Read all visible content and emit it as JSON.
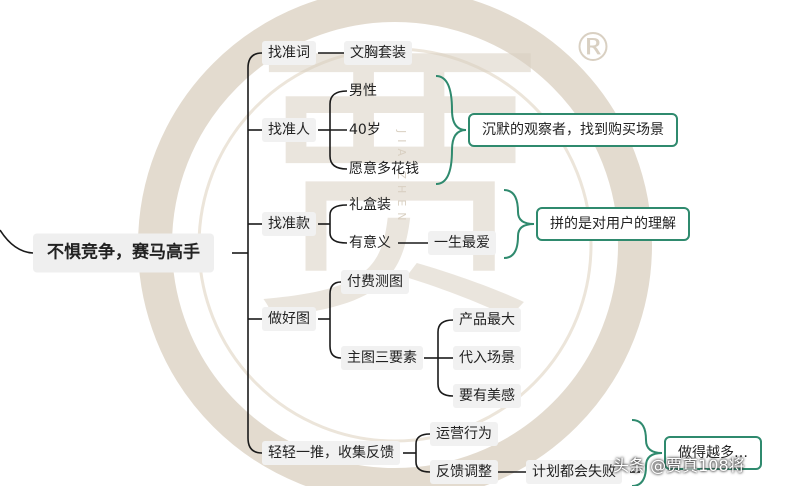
{
  "watermark": {
    "big_char": "贾",
    "registered": "®",
    "vertical_text": "JIA ZHEN"
  },
  "root": {
    "label": "不惧竞争，赛马高手"
  },
  "branches": {
    "b1": {
      "label": "找准词",
      "child": "文胸套装"
    },
    "b2": {
      "label": "找准人",
      "children": [
        "男性",
        "40岁",
        "愿意多花钱"
      ],
      "summary": "沉默的观察者，找到购买场景"
    },
    "b3": {
      "label": "找准款",
      "children": [
        "礼盒装",
        "有意义"
      ],
      "grandchild": "一生最爱",
      "summary": "拼的是对用户的理解"
    },
    "b4": {
      "label": "做好图",
      "children": [
        "付费测图",
        "主图三要素"
      ],
      "grandchildren": [
        "产品最大",
        "代入场景",
        "要有美感"
      ]
    },
    "b5": {
      "label": "轻轻一推，收集反馈",
      "children": [
        "运营行为",
        "反馈调整"
      ],
      "grandchild": "计划都会失败",
      "summary": "做得越多…"
    }
  },
  "credit": "头条 @贾真108将",
  "colors": {
    "connector": "#1a1a1a",
    "accent": "#2f8a6e",
    "node_bg": "#f1f1f1",
    "watermark": "#d9d0c2"
  }
}
